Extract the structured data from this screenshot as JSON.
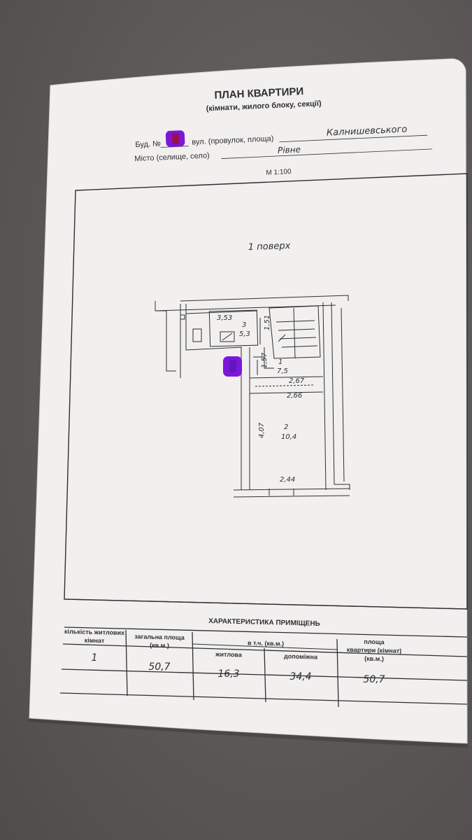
{
  "header": {
    "title": "ПЛАН КВАРТИРИ",
    "subtitle": "(кімнати, жилого блоку, секції)",
    "bud_label": "Буд. №",
    "street_label": "вул. (провулок, площа)",
    "street_value": "Калнишевського",
    "city_label": "Місто (селище, село)",
    "city_value": "Рівне",
    "scale": "М 1:100"
  },
  "plan": {
    "floor": "1 поверх",
    "rooms": [
      {
        "num": "1",
        "area": "7,5"
      },
      {
        "num": "2",
        "area": "10,4"
      },
      {
        "num": "3",
        "area": "5,3"
      }
    ],
    "dims": [
      "3,53",
      "1,51",
      "1,57",
      "2,67",
      "2,66",
      "4,07",
      "2,44"
    ]
  },
  "table": {
    "title": "ХАРАКТЕРИСТИКА ПРИМІЩЕНЬ",
    "col_rooms": [
      "кількість житлових",
      "кімнат"
    ],
    "col_total": [
      "загальна площа",
      "(кв.м.)"
    ],
    "col_incl": "в т.ч. (кв.м.)",
    "col_living": "житлова",
    "col_aux": "допоміжна",
    "col_area": [
      "площа",
      "квартири (кімнат)",
      "(кв.м.)"
    ],
    "values": {
      "rooms": "1",
      "total": "50,7",
      "living": "16,3",
      "aux": "34,4",
      "area": "50,7"
    }
  },
  "colors": {
    "paper": "#f1f0ee",
    "ink": "#2e2e33",
    "redaction": "#7d16d8",
    "background": "#5f5c5b"
  }
}
